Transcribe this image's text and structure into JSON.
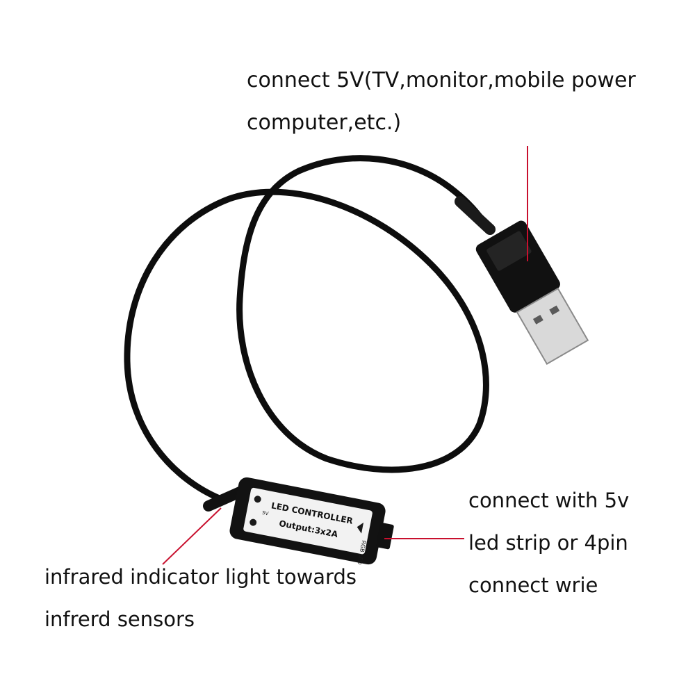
{
  "callouts": {
    "usb_power": {
      "lines": [
        "connect 5V(TV,monitor,mobile power",
        "computer,etc.)"
      ]
    },
    "led_strip": {
      "lines": [
        "connect with 5v",
        "led strip or 4pin",
        "connect wrie"
      ]
    },
    "infrared": {
      "lines": [
        "infrared indicator light towards",
        "infrerd sensors"
      ]
    }
  },
  "controller": {
    "title": "LED CONTROLLER",
    "output": "Output:3x2A",
    "side_label": "RGB LED",
    "power_mark": "5V"
  },
  "colors": {
    "background": "#ffffff",
    "cable": "#0d0d0d",
    "pointer_line": "#c8102e",
    "label_panel": "#f2f2f2",
    "usb_metal": "#d9d9d9"
  }
}
